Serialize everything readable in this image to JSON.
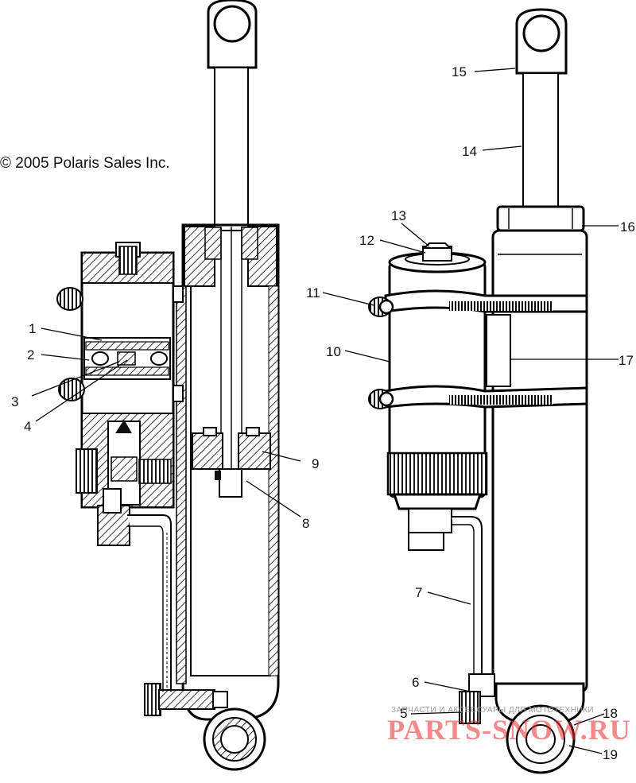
{
  "copyright": "© 2005 Polaris Sales Inc.",
  "callouts": [
    "1",
    "2",
    "3",
    "4",
    "5",
    "6",
    "7",
    "8",
    "9",
    "10",
    "11",
    "12",
    "13",
    "14",
    "15",
    "16",
    "17",
    "18",
    "19"
  ],
  "watermark": {
    "small": "ЗАПЧАСТИ И АКСЕССУАРЫ ДЛЯ МОТОТЕХНИКИ",
    "big": "PARTS-SNOW.RU"
  },
  "colors": {
    "line": "#000000",
    "background": "#ffffff",
    "watermark_red": "#e8282a"
  }
}
